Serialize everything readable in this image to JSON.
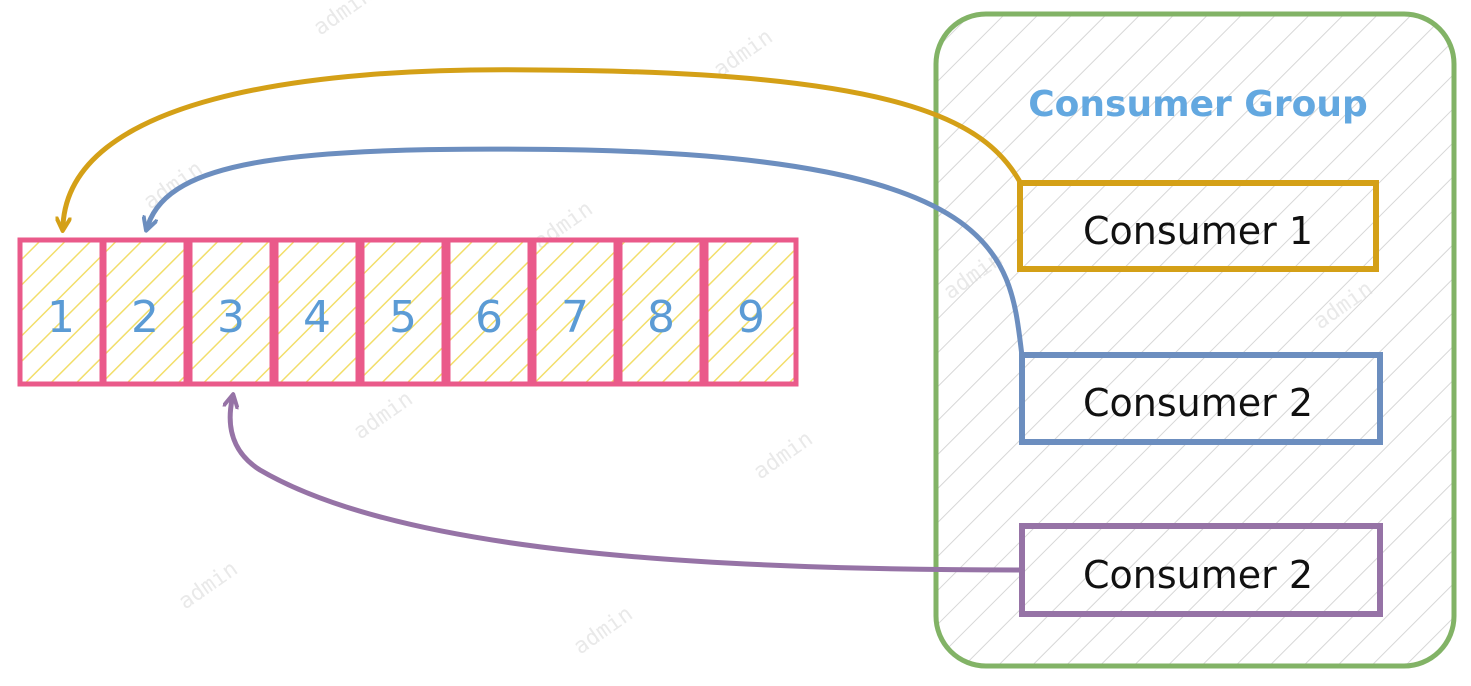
{
  "queue": {
    "cells": [
      "1",
      "2",
      "3",
      "4",
      "5",
      "6",
      "7",
      "8",
      "9"
    ]
  },
  "consumer_group": {
    "title": "Consumer Group",
    "consumers": [
      {
        "label": "Consumer 1",
        "color": "#d4a017",
        "points_to": "1"
      },
      {
        "label": "Consumer 2",
        "color": "#6c8ebf",
        "points_to": "2"
      },
      {
        "label": "Consumer 2",
        "color": "#9673a6",
        "points_to": "3"
      }
    ]
  },
  "colors": {
    "cell_border": "#ea5a8a",
    "cell_hatch": "#f2de6a",
    "group_border": "#82b366",
    "group_hatch": "#d7d7d7"
  },
  "watermark": "admin"
}
